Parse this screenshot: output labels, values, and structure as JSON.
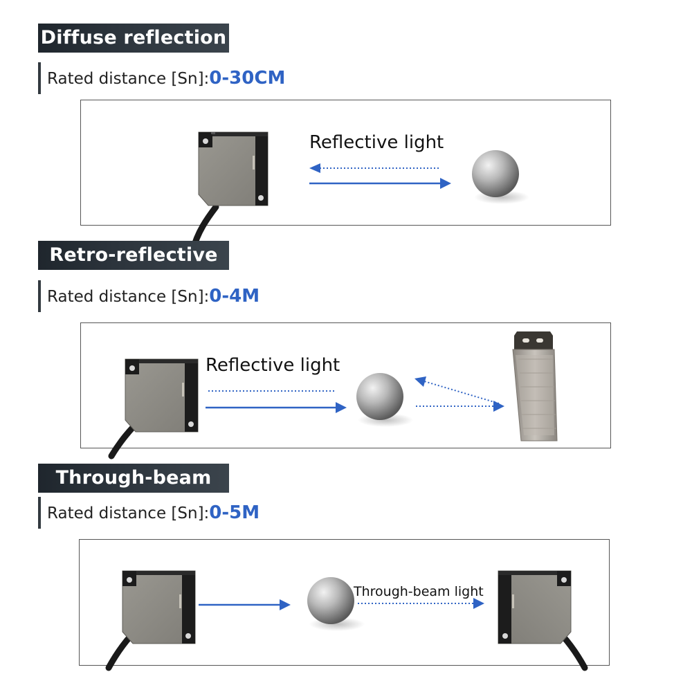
{
  "sections": [
    {
      "title": "Diffuse reflection",
      "rated_label": "Rated distance [Sn]:",
      "rated_value": "0-30CM",
      "light_label": "Reflective light"
    },
    {
      "title": "Retro-reflective",
      "rated_label": "Rated distance [Sn]:",
      "rated_value": "0-4M",
      "light_label": "Reflective light"
    },
    {
      "title": "Through-beam",
      "rated_label": "Rated distance [Sn]:",
      "rated_value": "0-5M",
      "light_label": "Through-beam light"
    }
  ],
  "colors": {
    "arrow": "#2f63c4",
    "sensor_body": "#8f8d87",
    "sensor_dark": "#1c1c1c",
    "title_bg": "#2a3138"
  }
}
